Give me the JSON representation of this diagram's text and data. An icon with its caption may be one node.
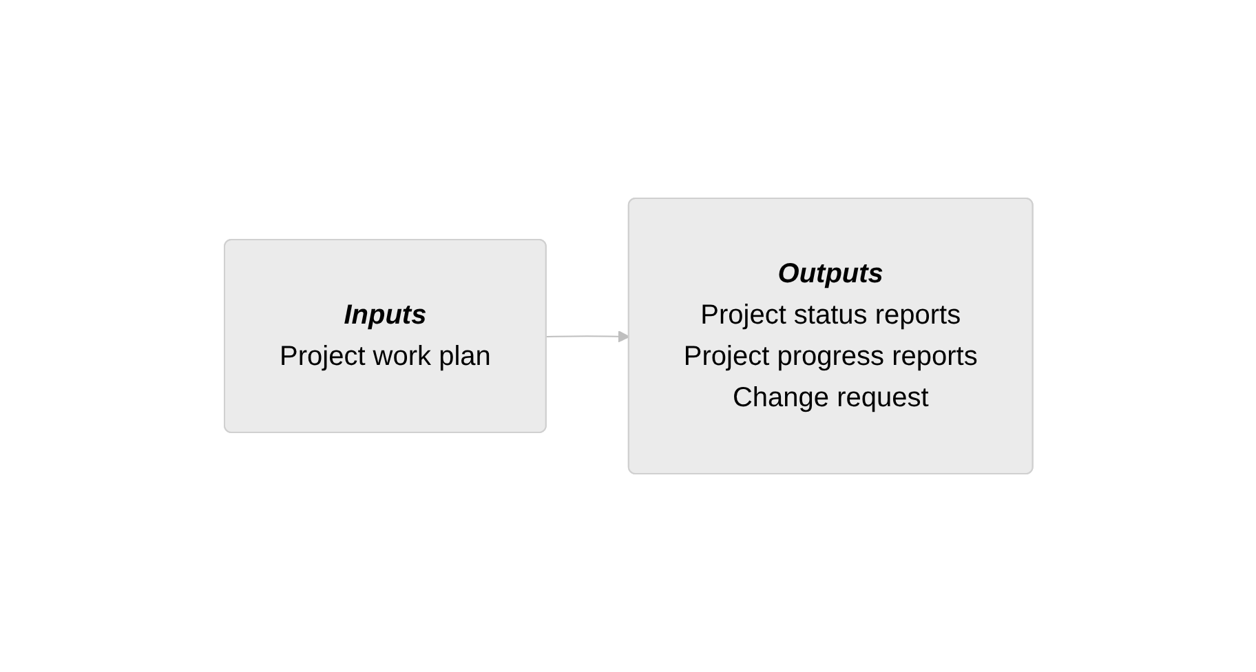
{
  "diagram": {
    "nodes": [
      {
        "text": [
          "Inputs",
          "Project work plan"
        ]
      },
      {
        "text": [
          "Outputs",
          "Project status reports",
          "Project progress reports",
          "Change request"
        ]
      }
    ],
    "edges": [
      {
        "from": 0,
        "to": 1,
        "arrow": "to",
        "color": "#bfbfbf"
      }
    ]
  }
}
